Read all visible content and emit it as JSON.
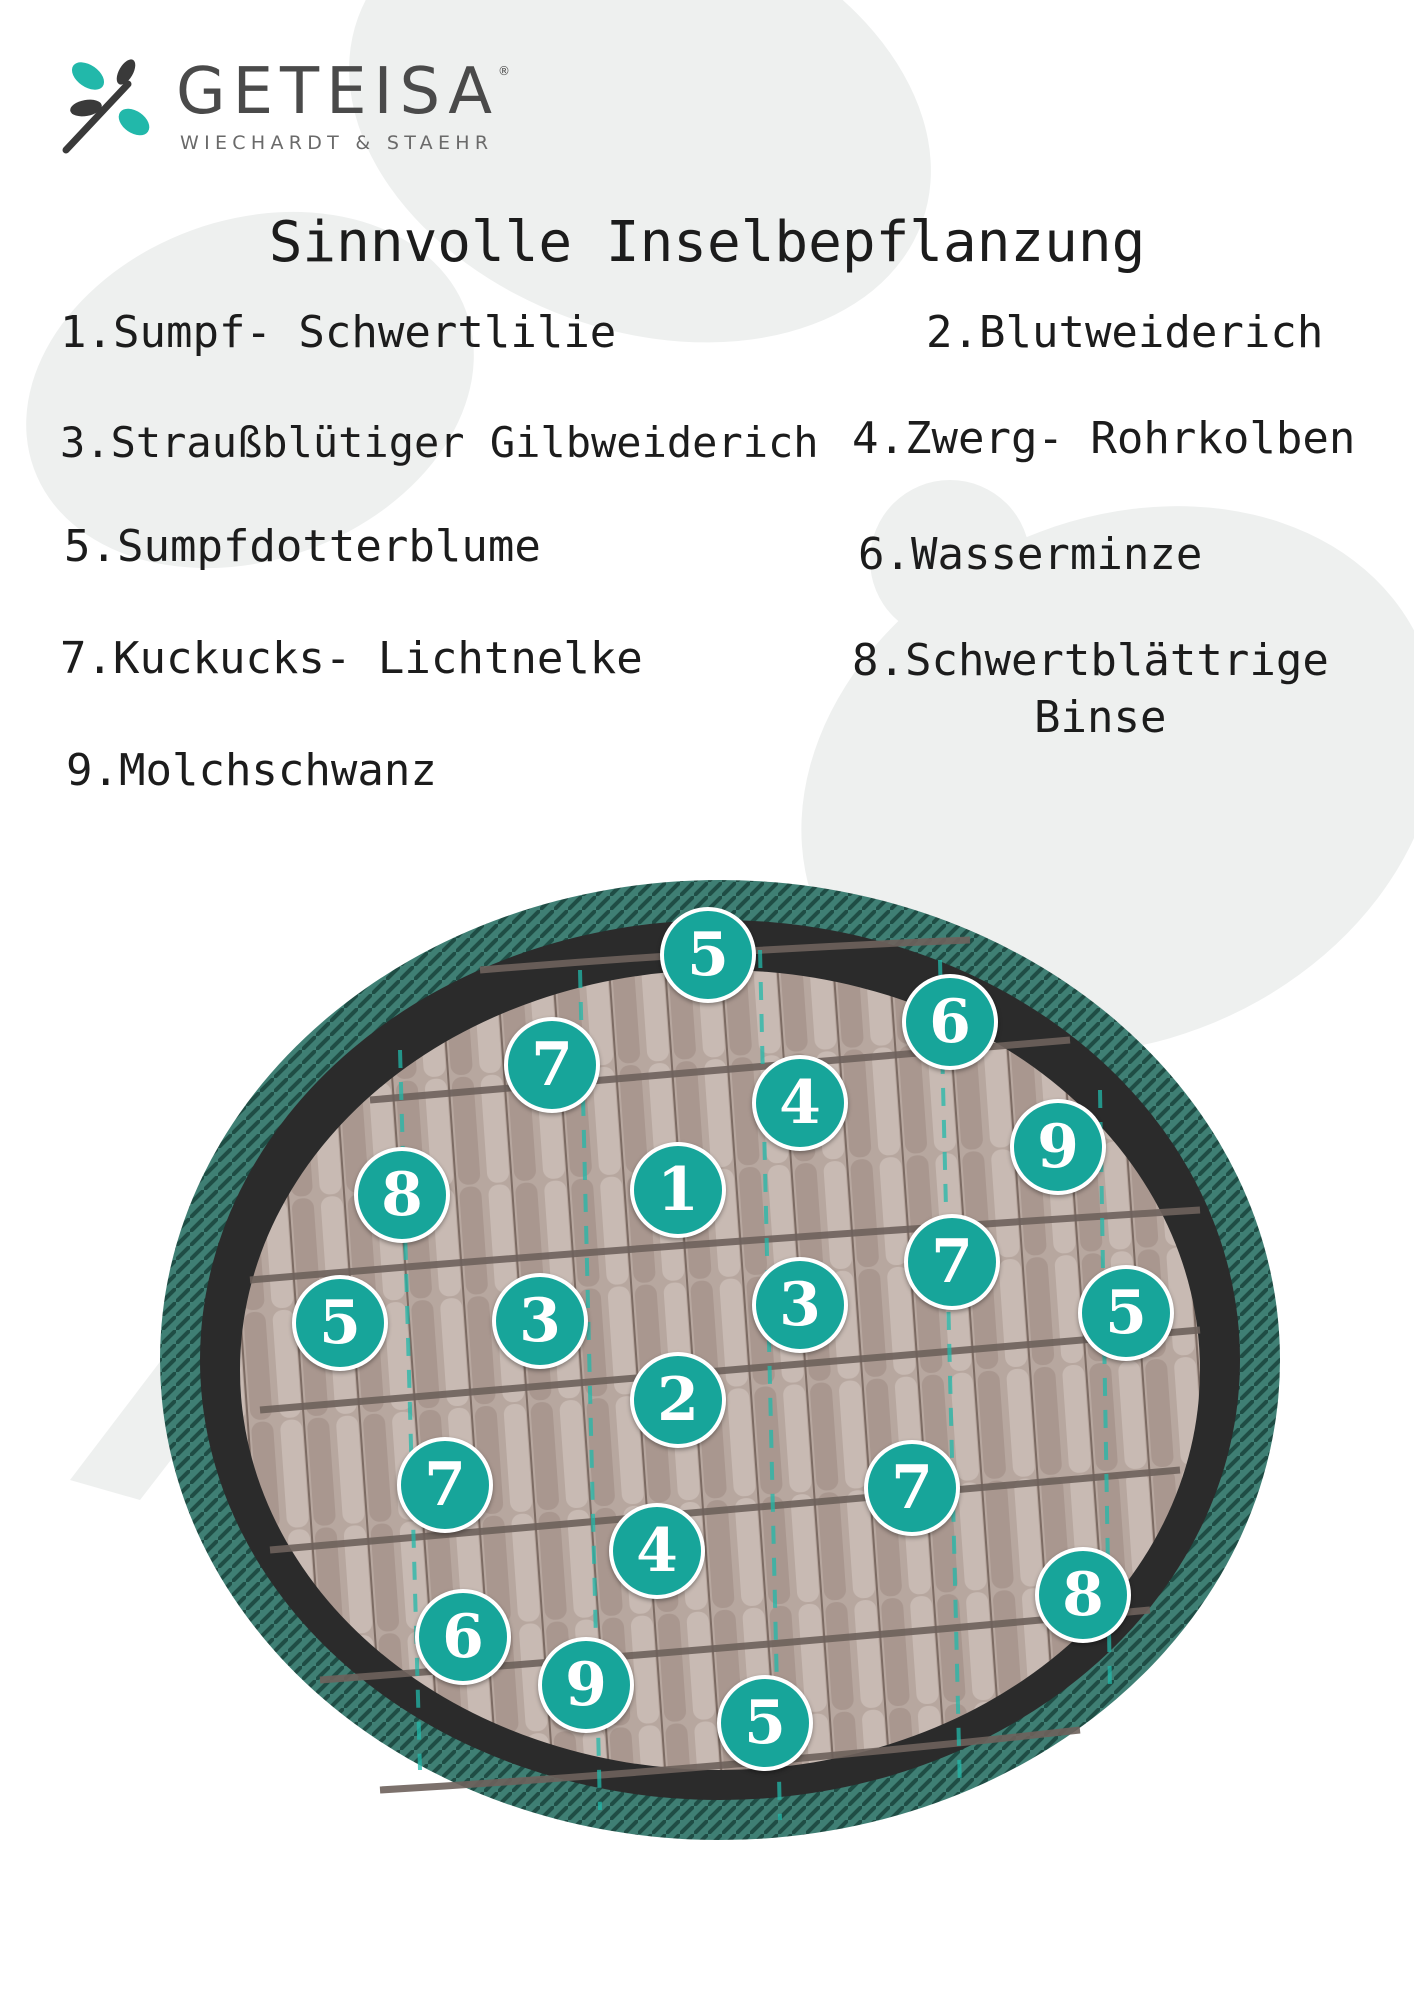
{
  "brand": {
    "name": "GETEISA",
    "registered_mark": "®",
    "subtitle": "WIECHARDT & STAEHR",
    "logo_icon": "dragonfly-icon",
    "accent_color": "#17a59a"
  },
  "title": "Sinnvolle Inselbepflanzung",
  "plants": [
    {
      "label": "1.Sumpf- Schwertlilie"
    },
    {
      "label": "2.Blutweiderich"
    },
    {
      "label": "3.Straußblütiger Gilbweiderich"
    },
    {
      "label": "4.Zwerg- Rohrkolben"
    },
    {
      "label": "5.Sumpfdotterblume"
    },
    {
      "label": "6.Wasserminze"
    },
    {
      "label": "7.Kuckucks- Lichtnelke"
    },
    {
      "label_line1": "8.Schwertblättrige",
      "label_line2": "Binse"
    },
    {
      "label": "9.Molchschwanz"
    }
  ],
  "island_markers": [
    "5",
    "6",
    "7",
    "4",
    "9",
    "8",
    "1",
    "7",
    "5",
    "3",
    "3",
    "5",
    "2",
    "7",
    "7",
    "4",
    "8",
    "6",
    "9",
    "5"
  ]
}
